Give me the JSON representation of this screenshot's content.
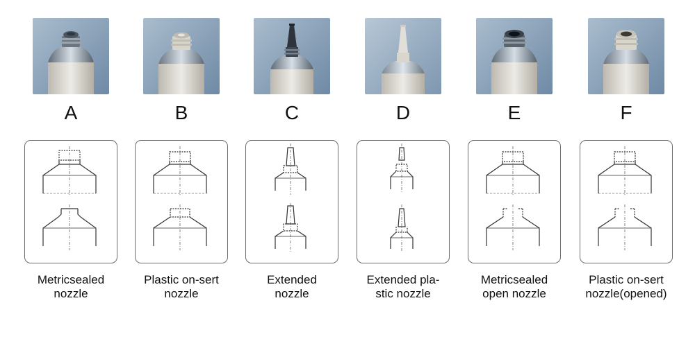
{
  "items": [
    {
      "letter": "A",
      "caption_line1": "Metricsealed",
      "caption_line2": "nozzle"
    },
    {
      "letter": "B",
      "caption_line1": "Plastic on-sert",
      "caption_line2": "nozzle"
    },
    {
      "letter": "C",
      "caption_line1": "Extended",
      "caption_line2": "nozzle"
    },
    {
      "letter": "D",
      "caption_line1": "Extended pla-",
      "caption_line2": "stic nozzle"
    },
    {
      "letter": "E",
      "caption_line1": "Metricsealed",
      "caption_line2": "open nozzle"
    },
    {
      "letter": "F",
      "caption_line1": "Plastic on-sert",
      "caption_line2": "nozzle(opened)"
    }
  ],
  "colors": {
    "photo_background": "#8fa6bd",
    "tube_body": "#d9d6cf",
    "tube_shoulder": "#9aa6b2",
    "drawing_border": "#6b6b6b"
  }
}
